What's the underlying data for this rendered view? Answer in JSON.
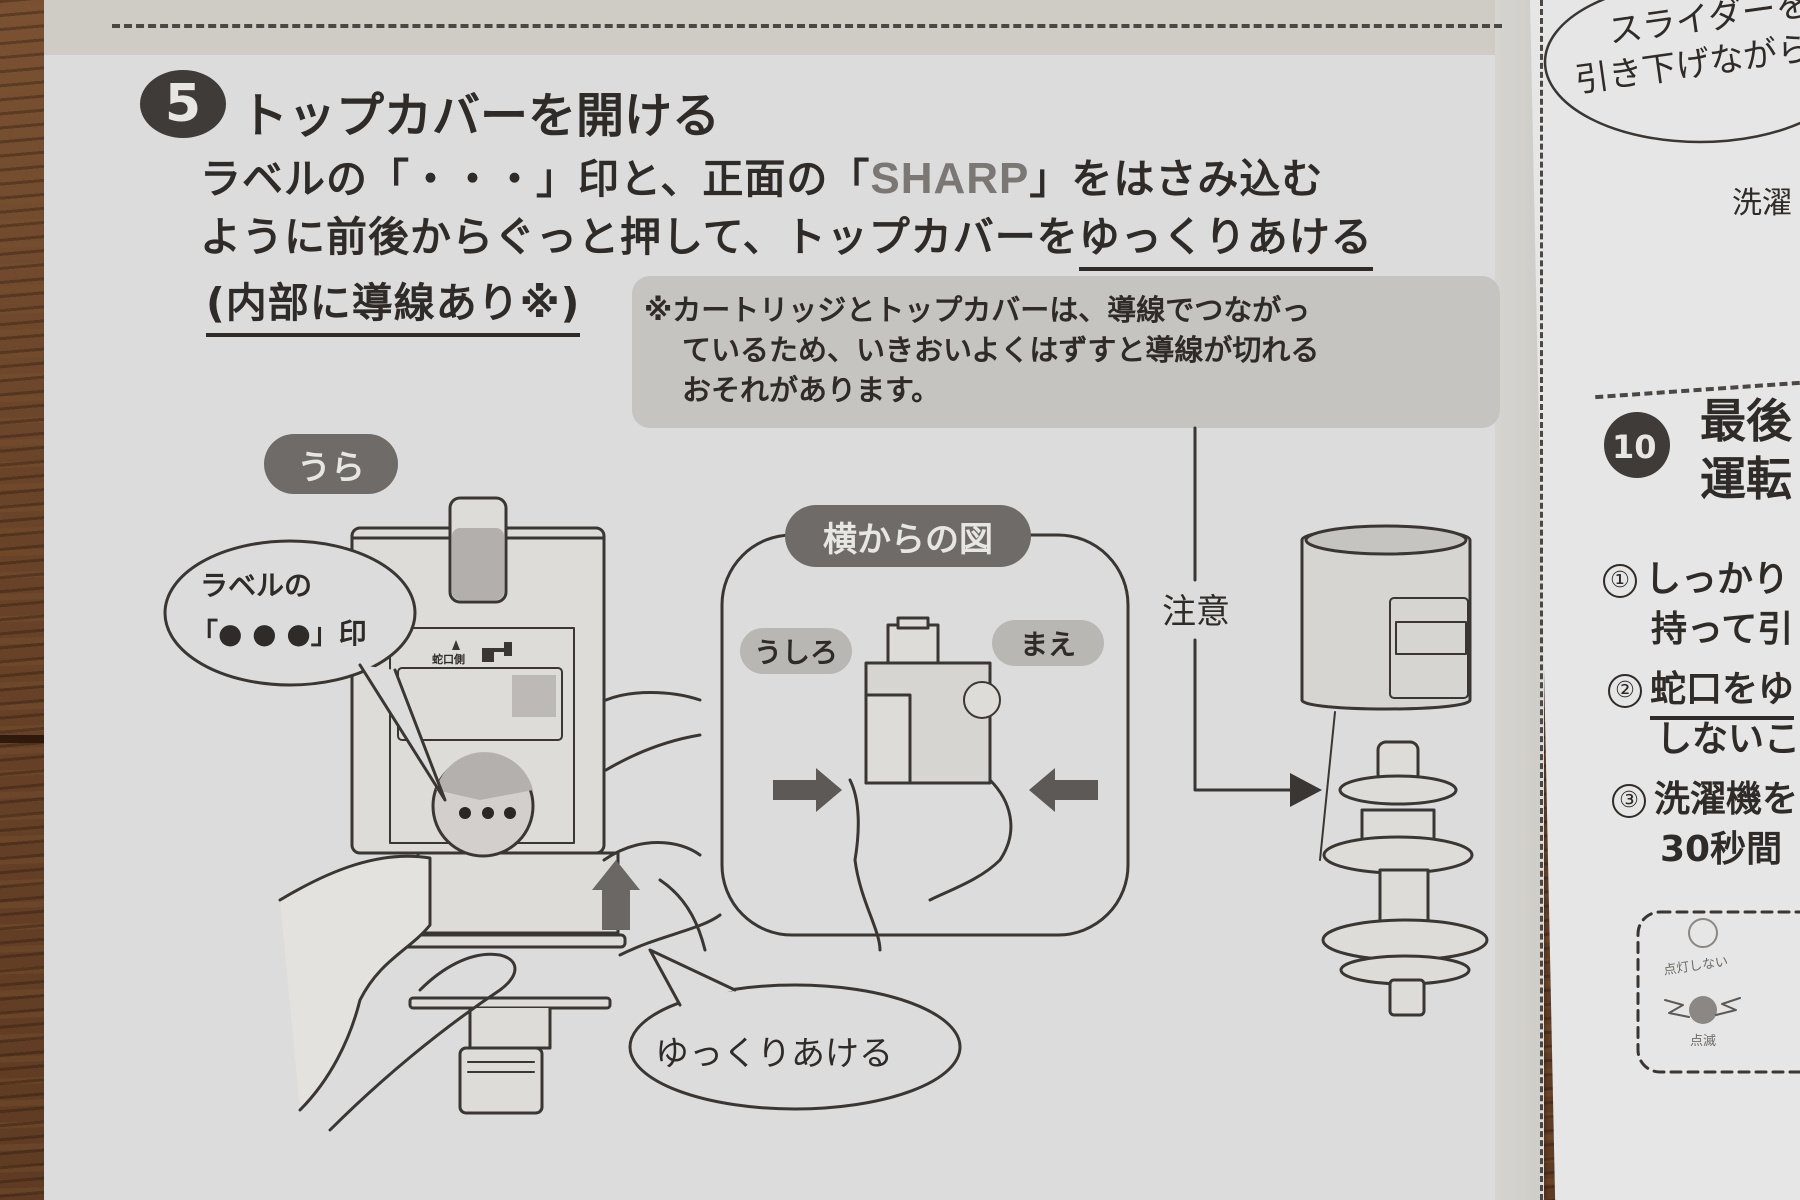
{
  "step5": {
    "number": "5",
    "title": "トップカバーを開ける",
    "instruction": {
      "line1_prefix": "ラベルの「・・・」印と、正面の「",
      "line1_brand": "SHARP",
      "line1_suffix": "」をはさみ込む",
      "line2_plain": "ように前後からぐっと押して、トップカバーを",
      "line2_emphasis": "ゆっくりあける",
      "line3": "(内部に導線あり※)"
    },
    "note": {
      "line1": "※カートリッジとトップカバーは、導線でつながっ",
      "line2": "ているため、いきおいよくはずすと導線が切れる",
      "line3": "おそれがあります。"
    },
    "back_view": {
      "tag": "うら",
      "callout_line1": "ラベルの",
      "callout_line2": "「● ● ●」印",
      "label_faucet_side": "蛇口側",
      "open_slowly_callout": "ゆっくりあける"
    },
    "side_view": {
      "tag": "横からの図",
      "back_label": "うしろ",
      "front_label": "まえ"
    },
    "caution_label": "注意"
  },
  "right_panel": {
    "slider_callout_line1": "スライダーを",
    "slider_callout_line2": "引き下げながら",
    "washer_text": "洗濯",
    "step10": {
      "number": "10",
      "title_line1": "最後",
      "title_line2": "運転",
      "items": [
        {
          "num": "①",
          "line1": "しっかり",
          "line2": "持って引"
        },
        {
          "num": "②",
          "line1": "蛇口をゆ",
          "line2": "しないこ"
        },
        {
          "num": "③",
          "line1": "洗濯機を",
          "line2": "30秒間"
        }
      ],
      "indicator": {
        "off_label": "点灯しない",
        "blink_label": "点滅"
      }
    }
  }
}
